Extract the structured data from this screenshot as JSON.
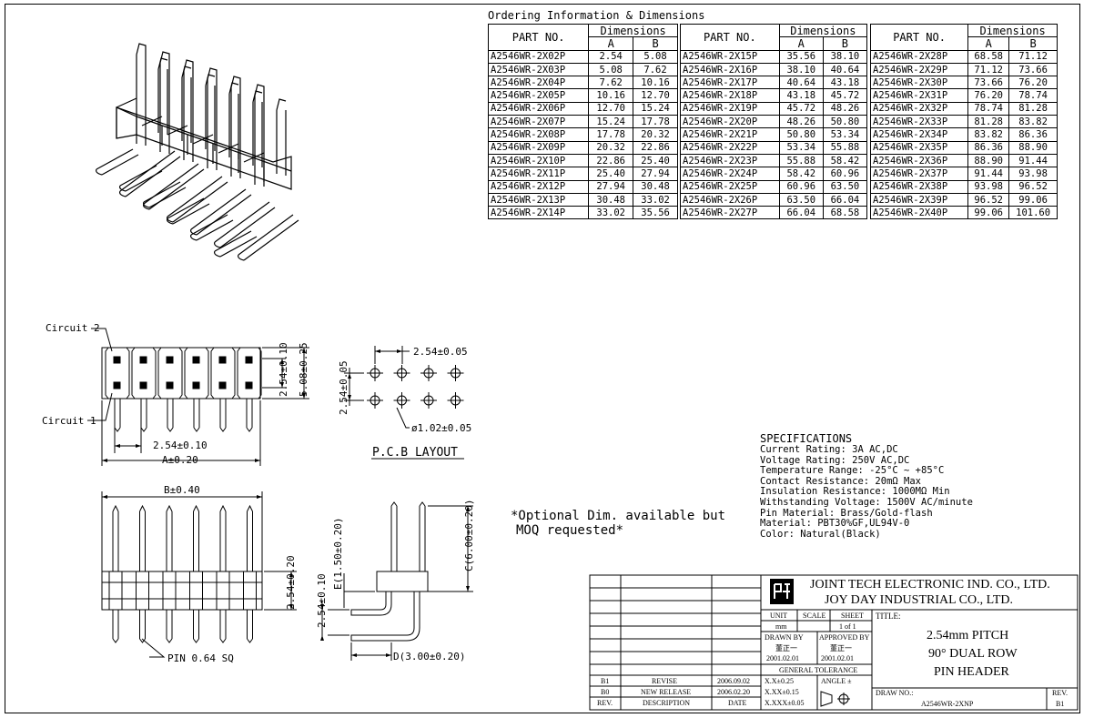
{
  "ordering": {
    "heading": "Ordering Information & Dimensions",
    "col_part": "PART NO.",
    "col_dims": "Dimensions",
    "col_a": "A",
    "col_b": "B",
    "rows": [
      [
        [
          "A2546WR-2X02P",
          "2.54",
          "5.08"
        ],
        [
          "A2546WR-2X15P",
          "35.56",
          "38.10"
        ],
        [
          "A2546WR-2X28P",
          "68.58",
          "71.12"
        ]
      ],
      [
        [
          "A2546WR-2X03P",
          "5.08",
          "7.62"
        ],
        [
          "A2546WR-2X16P",
          "38.10",
          "40.64"
        ],
        [
          "A2546WR-2X29P",
          "71.12",
          "73.66"
        ]
      ],
      [
        [
          "A2546WR-2X04P",
          "7.62",
          "10.16"
        ],
        [
          "A2546WR-2X17P",
          "40.64",
          "43.18"
        ],
        [
          "A2546WR-2X30P",
          "73.66",
          "76.20"
        ]
      ],
      [
        [
          "A2546WR-2X05P",
          "10.16",
          "12.70"
        ],
        [
          "A2546WR-2X18P",
          "43.18",
          "45.72"
        ],
        [
          "A2546WR-2X31P",
          "76.20",
          "78.74"
        ]
      ],
      [
        [
          "A2546WR-2X06P",
          "12.70",
          "15.24"
        ],
        [
          "A2546WR-2X19P",
          "45.72",
          "48.26"
        ],
        [
          "A2546WR-2X32P",
          "78.74",
          "81.28"
        ]
      ],
      [
        [
          "A2546WR-2X07P",
          "15.24",
          "17.78"
        ],
        [
          "A2546WR-2X20P",
          "48.26",
          "50.80"
        ],
        [
          "A2546WR-2X33P",
          "81.28",
          "83.82"
        ]
      ],
      [
        [
          "A2546WR-2X08P",
          "17.78",
          "20.32"
        ],
        [
          "A2546WR-2X21P",
          "50.80",
          "53.34"
        ],
        [
          "A2546WR-2X34P",
          "83.82",
          "86.36"
        ]
      ],
      [
        [
          "A2546WR-2X09P",
          "20.32",
          "22.86"
        ],
        [
          "A2546WR-2X22P",
          "53.34",
          "55.88"
        ],
        [
          "A2546WR-2X35P",
          "86.36",
          "88.90"
        ]
      ],
      [
        [
          "A2546WR-2X10P",
          "22.86",
          "25.40"
        ],
        [
          "A2546WR-2X23P",
          "55.88",
          "58.42"
        ],
        [
          "A2546WR-2X36P",
          "88.90",
          "91.44"
        ]
      ],
      [
        [
          "A2546WR-2X11P",
          "25.40",
          "27.94"
        ],
        [
          "A2546WR-2X24P",
          "58.42",
          "60.96"
        ],
        [
          "A2546WR-2X37P",
          "91.44",
          "93.98"
        ]
      ],
      [
        [
          "A2546WR-2X12P",
          "27.94",
          "30.48"
        ],
        [
          "A2546WR-2X25P",
          "60.96",
          "63.50"
        ],
        [
          "A2546WR-2X38P",
          "93.98",
          "96.52"
        ]
      ],
      [
        [
          "A2546WR-2X13P",
          "30.48",
          "33.02"
        ],
        [
          "A2546WR-2X26P",
          "63.50",
          "66.04"
        ],
        [
          "A2546WR-2X39P",
          "96.52",
          "99.06"
        ]
      ],
      [
        [
          "A2546WR-2X14P",
          "33.02",
          "35.56"
        ],
        [
          "A2546WR-2X27P",
          "66.04",
          "68.58"
        ],
        [
          "A2546WR-2X40P",
          "99.06",
          "101.60"
        ]
      ]
    ]
  },
  "top_view": {
    "circuit2": "Circuit 2",
    "circuit1": "Circuit 1",
    "pitch": "2.54±0.10",
    "dim_a": "A±0.20",
    "row_pitch": "2.54±0.10",
    "width": "5.08±0.25"
  },
  "pcb": {
    "title": "P.C.B LAYOUT",
    "pitch_x": "2.54±0.05",
    "pitch_y": "2.54±0.05",
    "hole": "ø1.02±0.05"
  },
  "front_view": {
    "dim_b": "B±0.40",
    "height": "2.54±0.20",
    "pin": "PIN 0.64 SQ"
  },
  "side_view": {
    "dim_e": "E(1.50±0.20)",
    "dim_pitch": "2.54±0.10",
    "dim_c": "C(6.00±0.20)",
    "dim_d": "D(3.00±0.20)"
  },
  "note": [
    "*Optional Dim. available but",
    "MOQ requested*"
  ],
  "specs": {
    "title": "SPECIFICATIONS",
    "lines": [
      "Current Rating: 3A AC,DC",
      "Voltage Rating: 250V AC,DC",
      "Temperature Range: -25°C ~ +85°C",
      "Contact Resistance: 20mΩ Max",
      "Insulation Resistance: 1000MΩ Min",
      "Withstanding Voltage: 1500V AC/minute",
      "Pin Material: Brass/Gold-flash",
      "Material: PBT30%GF,UL94V-0",
      "Color: Natural(Black)"
    ]
  },
  "title_block": {
    "company1": "JOINT TECH ELECTRONIC IND. CO., LTD.",
    "company2": "JOY DAY INDUSTRIAL CO., LTD.",
    "unit_label": "UNIT",
    "unit": "mm",
    "scale_label": "SCALE",
    "sheet_label": "SHEET",
    "sheet": "1 of 1",
    "title_label": "TITLE:",
    "title_lines": [
      "2.54mm PITCH",
      "90° DUAL ROW",
      "PIN HEADER"
    ],
    "drawn_by_label": "DRAWN BY",
    "drawn_by": "董正一",
    "drawn_date": "2001.02.01",
    "approved_label": "APPROVED BY",
    "approved_by": "董正一",
    "approved_date": "2001.02.01",
    "tolerance_label": "GENERAL TOLERANCE",
    "tol1": "X.X±0.25",
    "tol2": "X.XX±0.15",
    "tol3": "X.XXX±0.05",
    "angle": "ANGLE ±",
    "revisions": [
      [
        "B1",
        "REVISE",
        "2006.09.02"
      ],
      [
        "B0",
        "NEW RELEASE",
        "2006.02.20"
      ]
    ],
    "rev_header": [
      "REV.",
      "DESCRIPTION",
      "DATE"
    ],
    "drawno_label": "DRAW NO.:",
    "drawno": "A2546WR-2XNP",
    "rev_label": "REV.",
    "rev": "B1"
  }
}
